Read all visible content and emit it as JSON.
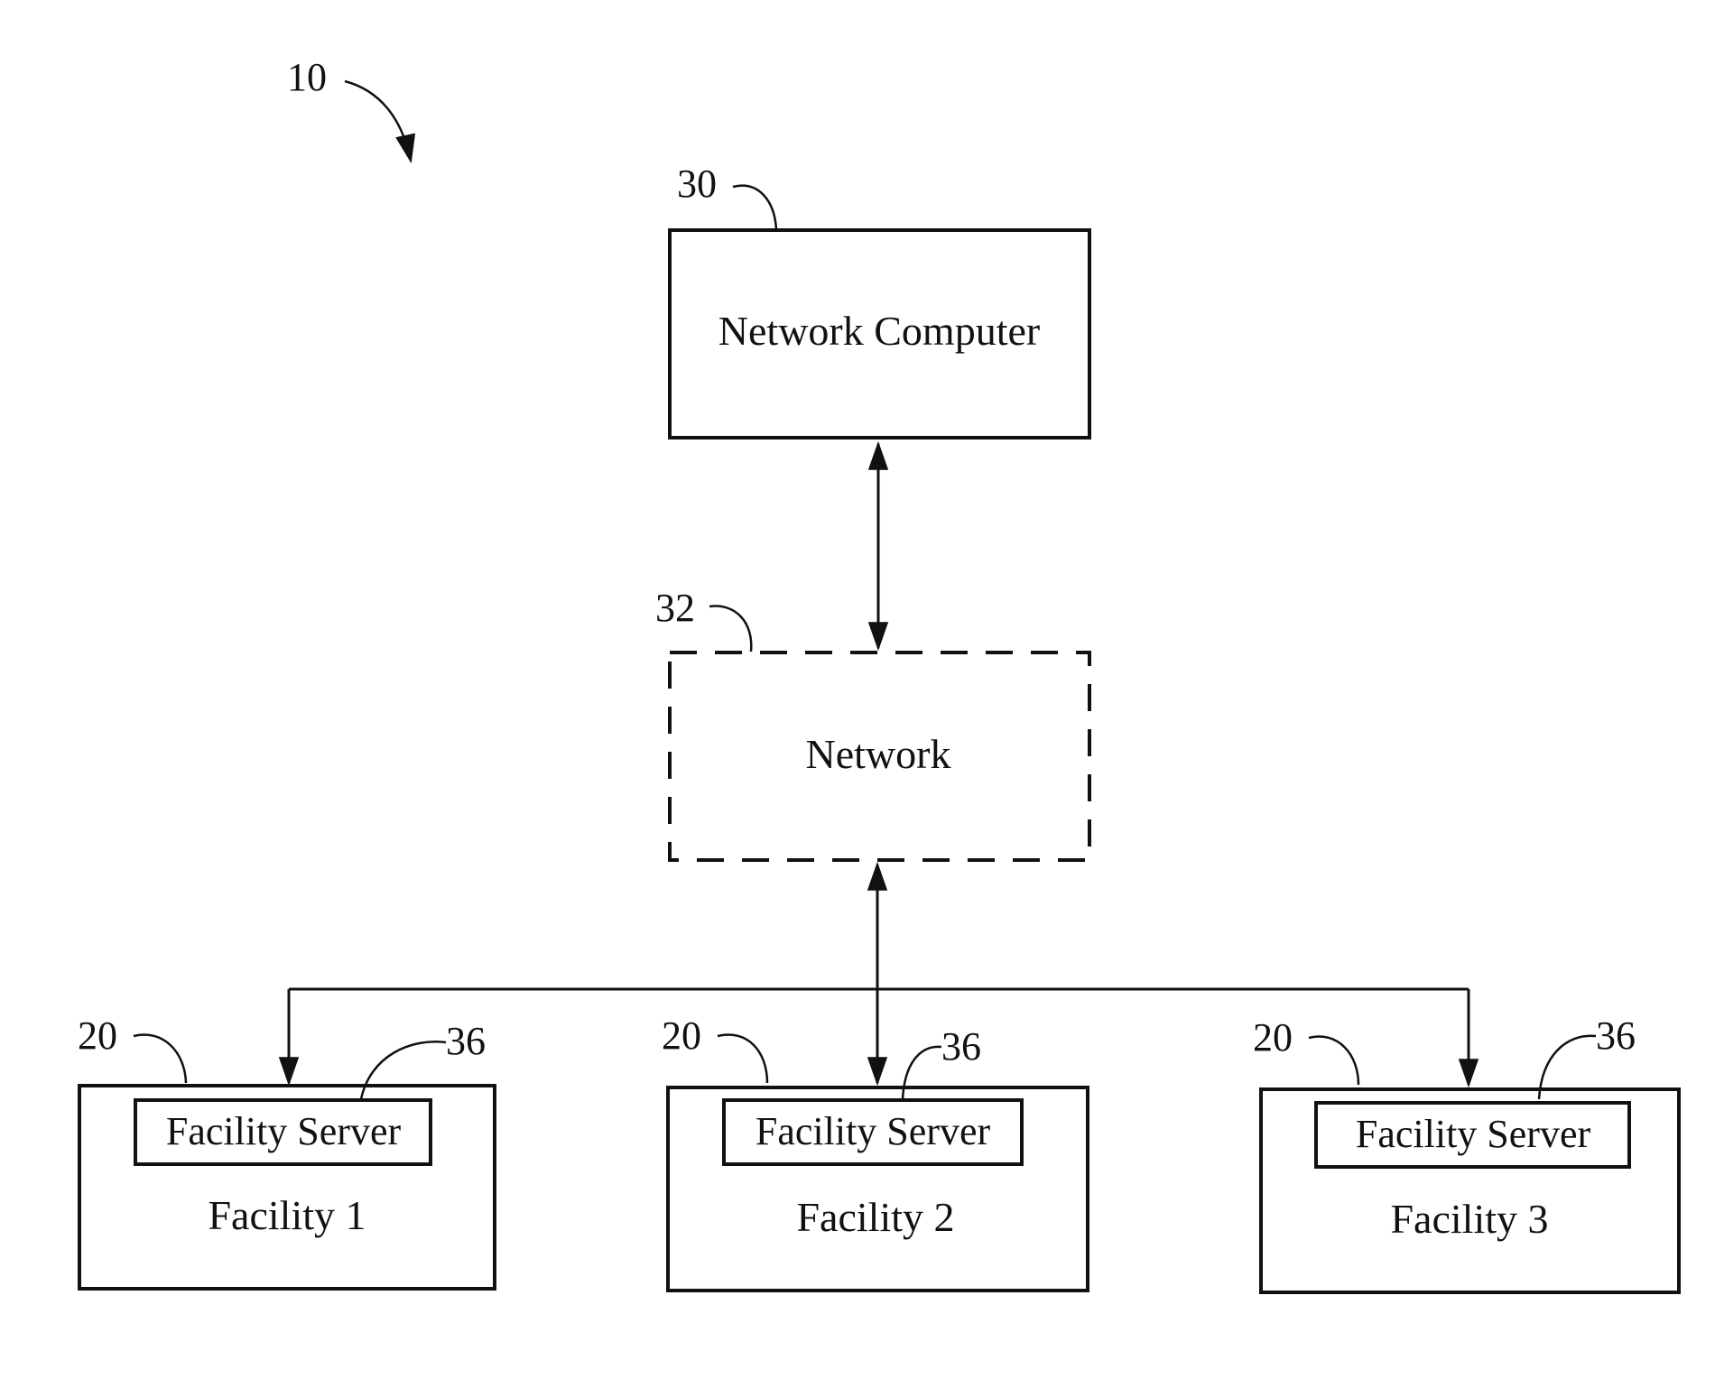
{
  "figure_ref": "10",
  "network_computer": {
    "ref": "30",
    "label": "Network Computer"
  },
  "network": {
    "ref": "32",
    "label": "Network"
  },
  "facilities": [
    {
      "ref": "20",
      "server_ref": "36",
      "server_label": "Facility Server",
      "label": "Facility 1"
    },
    {
      "ref": "20",
      "server_ref": "36",
      "server_label": "Facility Server",
      "label": "Facility 2"
    },
    {
      "ref": "20",
      "server_ref": "36",
      "server_label": "Facility Server",
      "label": "Facility 3"
    }
  ]
}
